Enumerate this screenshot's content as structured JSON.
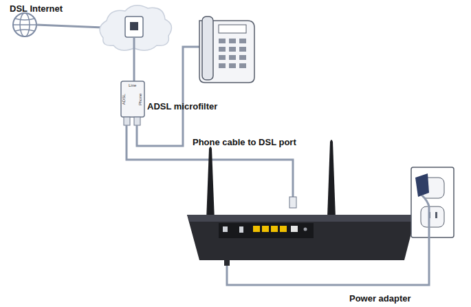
{
  "diagram": {
    "labels": [
      "DSL Internet",
      "Line",
      "ADSL",
      "Phone",
      "ADSL microfilter",
      "Phone cable to DSL port",
      "Power adapter"
    ]
  }
}
